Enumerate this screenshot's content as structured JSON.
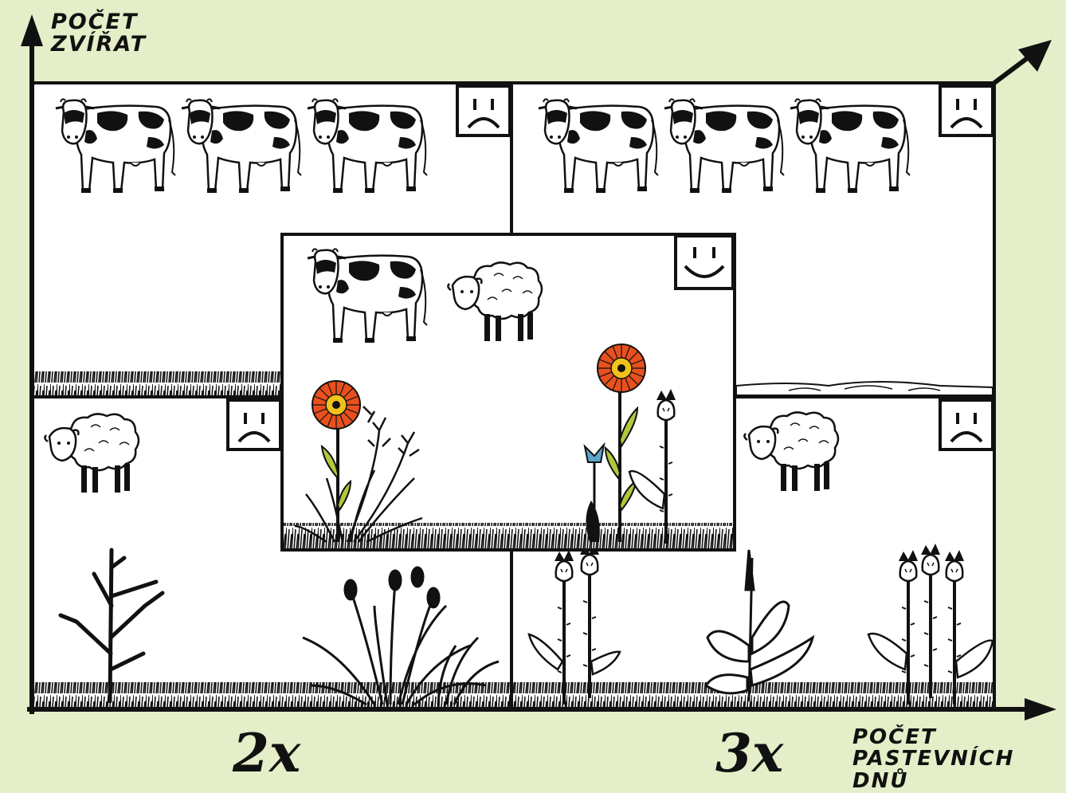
{
  "y_axis_label": {
    "line1": "POČET",
    "line2": "ZVÍŘAT"
  },
  "x_axis_label": {
    "line1": "POČET",
    "line2": "PASTEVNÍCH DNŮ"
  },
  "multipliers": {
    "left": "2x",
    "right": "3x"
  },
  "colors": {
    "background": "#e4eec8",
    "panel": "#ffffff",
    "ink": "#111111",
    "flower_orange": "#e8501e",
    "flower_yellow": "#f2c21c",
    "leaf_green": "#b5c73a",
    "bud_blue": "#5aa6c8"
  },
  "panels": [
    {
      "id": "top-left",
      "mood": "sad",
      "animals": [
        "cow",
        "cow",
        "cow"
      ],
      "ground": "short grass"
    },
    {
      "id": "top-right",
      "mood": "sad",
      "animals": [
        "cow",
        "cow",
        "cow"
      ],
      "ground": "bare soil"
    },
    {
      "id": "bottom-left",
      "mood": "sad",
      "animals": [
        "sheep"
      ],
      "plants": [
        "woody shrub",
        "tussock grass"
      ]
    },
    {
      "id": "bottom-right",
      "mood": "sad",
      "animals": [
        "sheep"
      ],
      "plants": [
        "thistles",
        "dock",
        "thistles"
      ]
    },
    {
      "id": "center",
      "mood": "happy",
      "animals": [
        "cow",
        "sheep"
      ],
      "plants": [
        "flower",
        "grasses",
        "flower",
        "blue bud",
        "thistle"
      ]
    }
  ]
}
